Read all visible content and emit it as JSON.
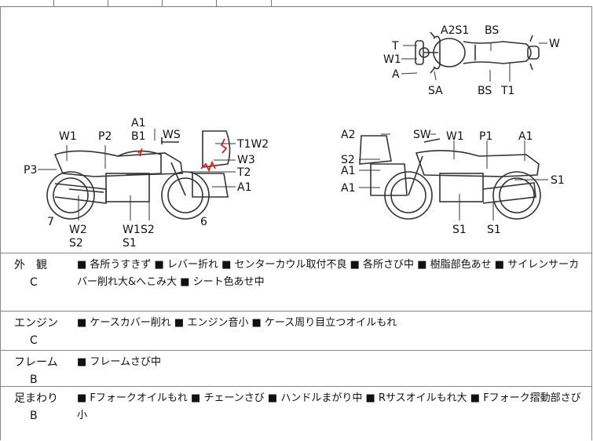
{
  "labels": {
    "t": "T",
    "w1_top": "W1",
    "a_top": "A",
    "a2s1": "A2S1",
    "bs_top": "BS",
    "w_top": "W",
    "sa": "SA",
    "bs_bot": "BS",
    "t1": "T1",
    "l_a1": "A1",
    "l_b1": "B1",
    "l_ws": "WS",
    "l_w1": "W1",
    "l_p2": "P2",
    "l_t1w2": "T1W2",
    "l_w3": "W3",
    "l_t2": "T2",
    "l_a1b": "A1",
    "l_p3": "P3",
    "l_7": "7",
    "l_w2": "W2",
    "l_s2": "S2",
    "l_w1b": "W1",
    "l_s1": "S1",
    "l_s2b": "S2",
    "l_6": "6",
    "r_a2": "A2",
    "r_sw": "SW",
    "r_w1": "W1",
    "r_p1": "P1",
    "r_a1": "A1",
    "r_s2": "S2",
    "r_a1b": "A1",
    "r_a1c": "A1",
    "r_s1": "S1",
    "r_s1b": "S1",
    "r_s1c": "S1"
  },
  "sections": [
    {
      "name": "外　観",
      "grade": "C",
      "text": "■ 各所うすきず ■ レバー折れ ■ センターカウル取付不良 ■ 各所さび中 ■ 樹脂部色あせ ■ サイレンサーカバー削れ大&へこみ大 ■ シート色あせ中"
    },
    {
      "name": "エンジン",
      "grade": "C",
      "text": "■ ケースカバー削れ ■ エンジン音小 ■ ケース周り目立つオイルもれ"
    },
    {
      "name": "フレーム",
      "grade": "B",
      "text": "■ フレームさび中"
    },
    {
      "name": "足まわり",
      "grade": "B",
      "text": "■ Fフォークオイルもれ ■ チェーンさび ■ ハンドルまがり中 ■ Rサスオイルもれ大 ■ Fフォーク摺動部さび小"
    }
  ],
  "colors": {
    "damage": "#d42020",
    "line": "#333333",
    "shade": "#d8d8d8"
  }
}
